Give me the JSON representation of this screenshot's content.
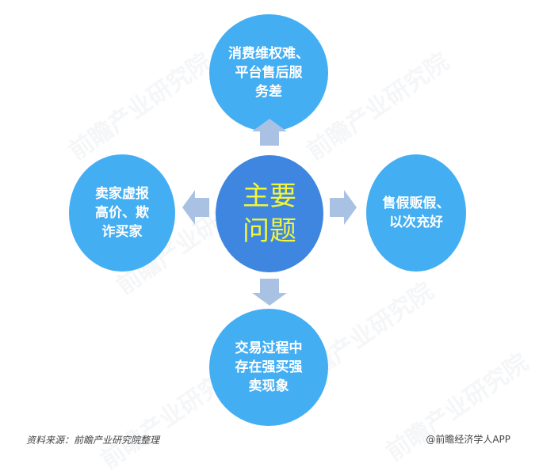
{
  "diagram": {
    "center": {
      "label": "主要\n问题",
      "color": "#3e86e0",
      "text_color": "#f2f53a"
    },
    "nodes": [
      {
        "id": "top",
        "label": "消费维权难、\n平台售后服\n务差"
      },
      {
        "id": "left",
        "label": "卖家虚报\n高价、欺\n诈买家"
      },
      {
        "id": "right",
        "label": "售假贩假、\n以次充好"
      },
      {
        "id": "bottom",
        "label": "交易过程中\n存在强买强\n卖现象"
      }
    ],
    "node_color": "#44aef3",
    "arrow_color": "#a9c2e4"
  },
  "watermark": {
    "text": "前瞻产业研究院"
  },
  "footer": {
    "source": "资料来源：前瞻产业研究院整理",
    "credit": "@前瞻经济学人APP"
  }
}
